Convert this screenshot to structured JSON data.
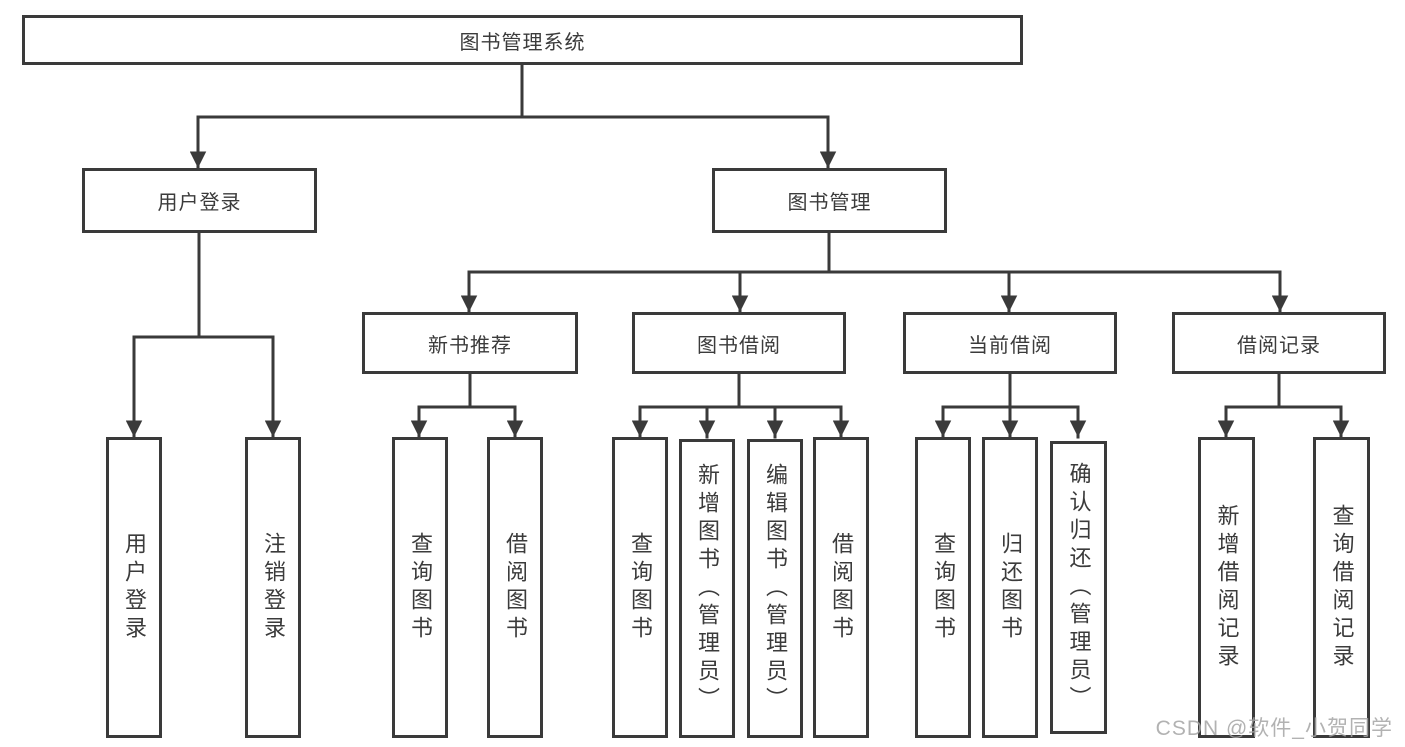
{
  "diagram": {
    "title": "图书管理系统",
    "colors": {
      "background": "#ffffff",
      "line": "#3a3a3a",
      "border": "#3a3a3a",
      "text": "#3b3b3b",
      "watermark": "#a5a5a5"
    },
    "nodes": {
      "root": {
        "label": "图书管理系统"
      },
      "login_branch": {
        "label": "用户登录"
      },
      "book_mgmt": {
        "label": "图书管理"
      },
      "new_book_rec": {
        "label": "新书推荐"
      },
      "book_borrow": {
        "label": "图书借阅"
      },
      "current_borrow": {
        "label": "当前借阅"
      },
      "borrow_records": {
        "label": "借阅记录"
      },
      "user_login": {
        "label": "用户登录"
      },
      "logout": {
        "label": "注销登录"
      },
      "nb_query": {
        "label": "查询图书"
      },
      "nb_borrow": {
        "label": "借阅图书"
      },
      "bb_query": {
        "label": "查询图书"
      },
      "bb_add": {
        "label": "新增图书（管理员）"
      },
      "bb_edit": {
        "label": "编辑图书（管理员）"
      },
      "bb_borrow": {
        "label": "借阅图书"
      },
      "cb_query": {
        "label": "查询图书"
      },
      "cb_return": {
        "label": "归还图书"
      },
      "cb_confirm": {
        "label": "确认归还（管理员）"
      },
      "br_add": {
        "label": "新增借阅记录"
      },
      "br_query": {
        "label": "查询借阅记录"
      }
    },
    "edges": [
      [
        "root",
        "login_branch"
      ],
      [
        "root",
        "book_mgmt"
      ],
      [
        "login_branch",
        "user_login"
      ],
      [
        "login_branch",
        "logout"
      ],
      [
        "book_mgmt",
        "new_book_rec"
      ],
      [
        "book_mgmt",
        "book_borrow"
      ],
      [
        "book_mgmt",
        "current_borrow"
      ],
      [
        "book_mgmt",
        "borrow_records"
      ],
      [
        "new_book_rec",
        "nb_query"
      ],
      [
        "new_book_rec",
        "nb_borrow"
      ],
      [
        "book_borrow",
        "bb_query"
      ],
      [
        "book_borrow",
        "bb_add"
      ],
      [
        "book_borrow",
        "bb_edit"
      ],
      [
        "book_borrow",
        "bb_borrow"
      ],
      [
        "current_borrow",
        "cb_query"
      ],
      [
        "current_borrow",
        "cb_return"
      ],
      [
        "current_borrow",
        "cb_confirm"
      ],
      [
        "borrow_records",
        "br_add"
      ],
      [
        "borrow_records",
        "br_query"
      ]
    ],
    "watermark": "CSDN @软件_小贺同学"
  }
}
